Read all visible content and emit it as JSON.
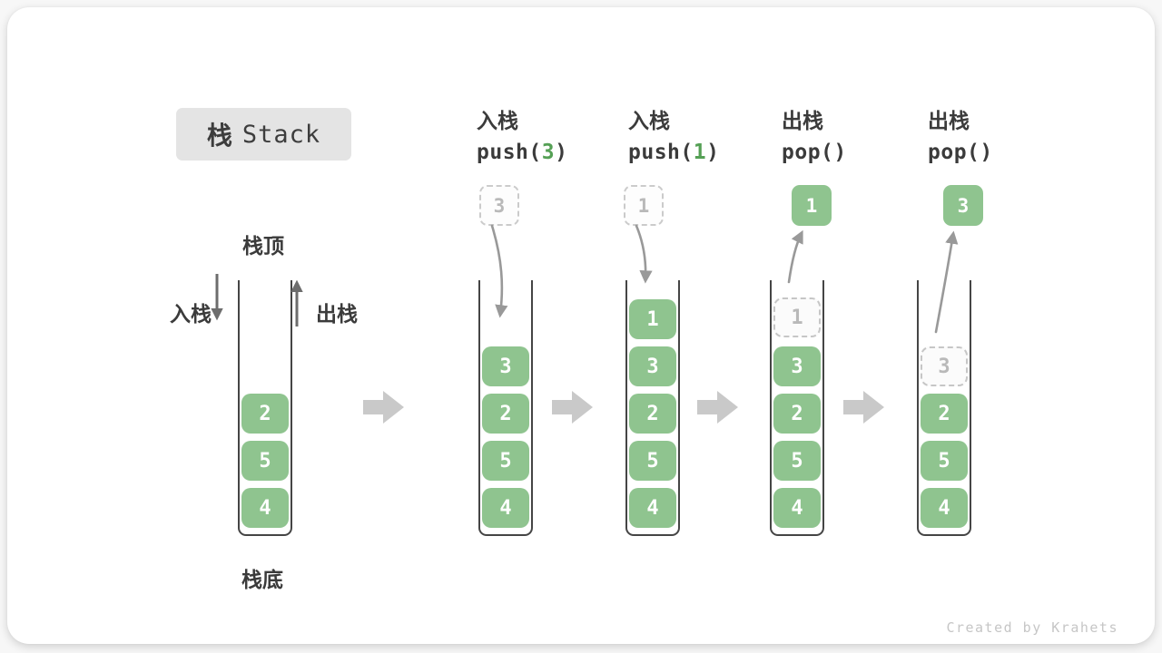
{
  "title": {
    "zh": "栈",
    "en": "Stack"
  },
  "labels": {
    "stack_top": "栈顶",
    "stack_bottom": "栈底",
    "push": "入栈",
    "pop": "出栈"
  },
  "footer": {
    "credit": "Created by Krahets"
  },
  "colors": {
    "box_green": "#8fc48f",
    "code_arg_green": "#55a055",
    "ghost_gray": "#c6c6c6",
    "curved_arrow_gray": "#999999",
    "straight_arrow_gray": "#6d6d6d",
    "step_arrow_gray": "#c9c9c9",
    "text_dark": "#3b3b3b",
    "title_bg": "#e4e4e4"
  },
  "columns": [
    {
      "name": "initial",
      "items": [
        {
          "value": "2"
        },
        {
          "value": "5"
        },
        {
          "value": "4"
        }
      ]
    },
    {
      "name": "push-3",
      "op": {
        "action": "入栈",
        "code_prefix": "push(",
        "code_arg": "3",
        "code_suffix": ")"
      },
      "floating": {
        "value": "3",
        "variant": "dashed"
      },
      "items": [
        {
          "value": "3"
        },
        {
          "value": "2"
        },
        {
          "value": "5"
        },
        {
          "value": "4"
        }
      ]
    },
    {
      "name": "push-1",
      "op": {
        "action": "入栈",
        "code_prefix": "push(",
        "code_arg": "1",
        "code_suffix": ")"
      },
      "floating": {
        "value": "1",
        "variant": "dashed"
      },
      "items": [
        {
          "value": "1"
        },
        {
          "value": "3"
        },
        {
          "value": "2"
        },
        {
          "value": "5"
        },
        {
          "value": "4"
        }
      ]
    },
    {
      "name": "pop-1",
      "op": {
        "action": "出栈",
        "code_prefix": "pop(",
        "code_arg": "",
        "code_suffix": ")"
      },
      "floating": {
        "value": "1",
        "variant": "solid"
      },
      "items": [
        {
          "value": "1",
          "ghost": true
        },
        {
          "value": "3"
        },
        {
          "value": "2"
        },
        {
          "value": "5"
        },
        {
          "value": "4"
        }
      ]
    },
    {
      "name": "pop-3",
      "op": {
        "action": "出栈",
        "code_prefix": "pop(",
        "code_arg": "",
        "code_suffix": ")"
      },
      "floating": {
        "value": "3",
        "variant": "solid"
      },
      "items": [
        {
          "value": "3",
          "ghost": true
        },
        {
          "value": "2"
        },
        {
          "value": "5"
        },
        {
          "value": "4"
        }
      ]
    }
  ]
}
